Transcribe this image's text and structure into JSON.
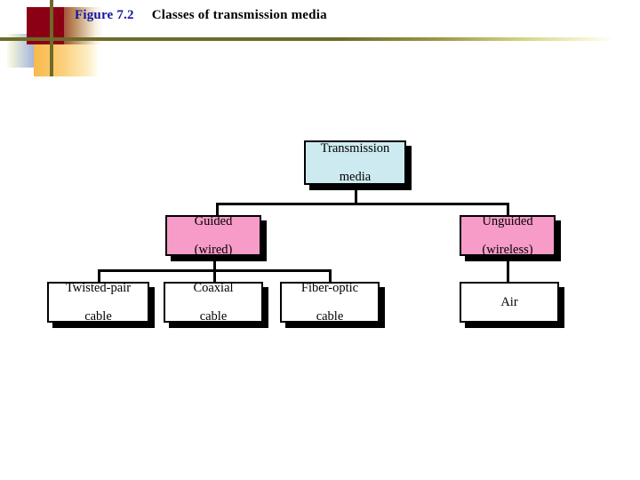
{
  "slide": {
    "figure_label": "Figure 7.2",
    "caption": "Classes of transmission media",
    "figure_label_color": "#1414a0",
    "caption_color": "#000000",
    "background_color": "#ffffff",
    "rule_color": "#6e6a2a"
  },
  "decoration": {
    "red_square_color": "#8c0014",
    "blue_square_color": "#3b55c0",
    "orange_square_color": "#f8b949",
    "cross_line_color": "#6e6a2a"
  },
  "diagram": {
    "type": "tree",
    "node_colors": {
      "root": "#cdeaf0",
      "category": "#f79bc8",
      "leaf": "#ffffff",
      "border": "#000000",
      "shadow": "#000000"
    },
    "nodes": [
      {
        "id": "root",
        "line1": "Transmission",
        "line2": "media",
        "fill": "blue"
      },
      {
        "id": "guided",
        "line1": "Guided",
        "line2": "(wired)",
        "fill": "pink"
      },
      {
        "id": "unguided",
        "line1": "Unguided",
        "line2": "(wireless)",
        "fill": "pink"
      },
      {
        "id": "twisted-pair",
        "line1": "Twisted-pair",
        "line2": "cable",
        "fill": "white"
      },
      {
        "id": "coaxial",
        "line1": "Coaxial",
        "line2": "cable",
        "fill": "white"
      },
      {
        "id": "fiber-optic",
        "line1": "Fiber-optic",
        "line2": "cable",
        "fill": "white"
      },
      {
        "id": "air",
        "line1": "Air",
        "line2": "",
        "fill": "white"
      }
    ],
    "edges": [
      {
        "from": "root",
        "to": "guided"
      },
      {
        "from": "root",
        "to": "unguided"
      },
      {
        "from": "guided",
        "to": "twisted-pair"
      },
      {
        "from": "guided",
        "to": "coaxial"
      },
      {
        "from": "guided",
        "to": "fiber-optic"
      },
      {
        "from": "unguided",
        "to": "air"
      }
    ]
  }
}
